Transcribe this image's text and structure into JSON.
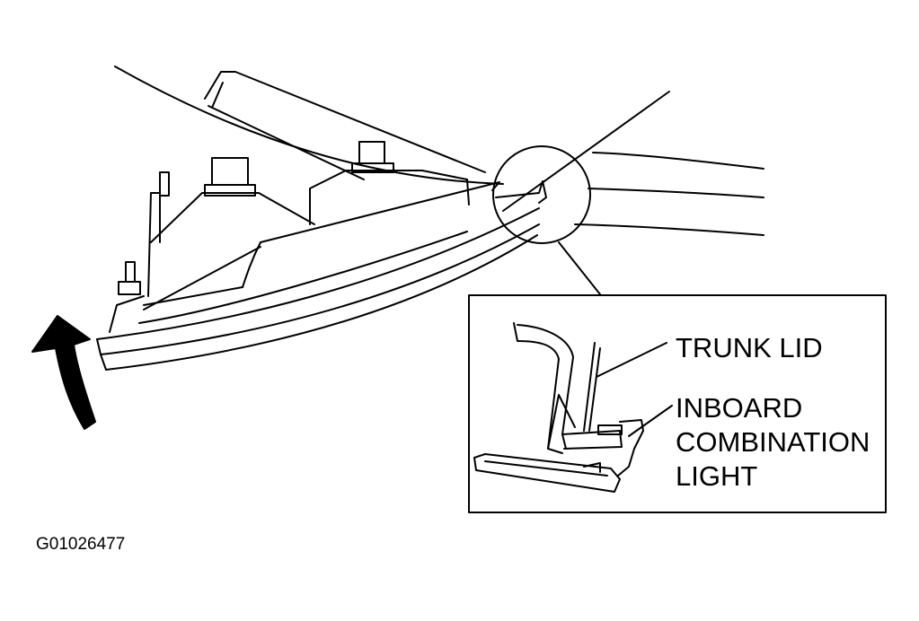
{
  "labels": {
    "trunk_lid": "TRUNK LID",
    "inboard_combination_light": [
      "INBOARD",
      "COMBINATION",
      "LIGHT"
    ]
  },
  "figure_id": "G01026477",
  "colors": {
    "ink": "#000000",
    "paper": "#ffffff"
  },
  "icons": {
    "removal_arrow": "curved-arrow-up-icon"
  }
}
